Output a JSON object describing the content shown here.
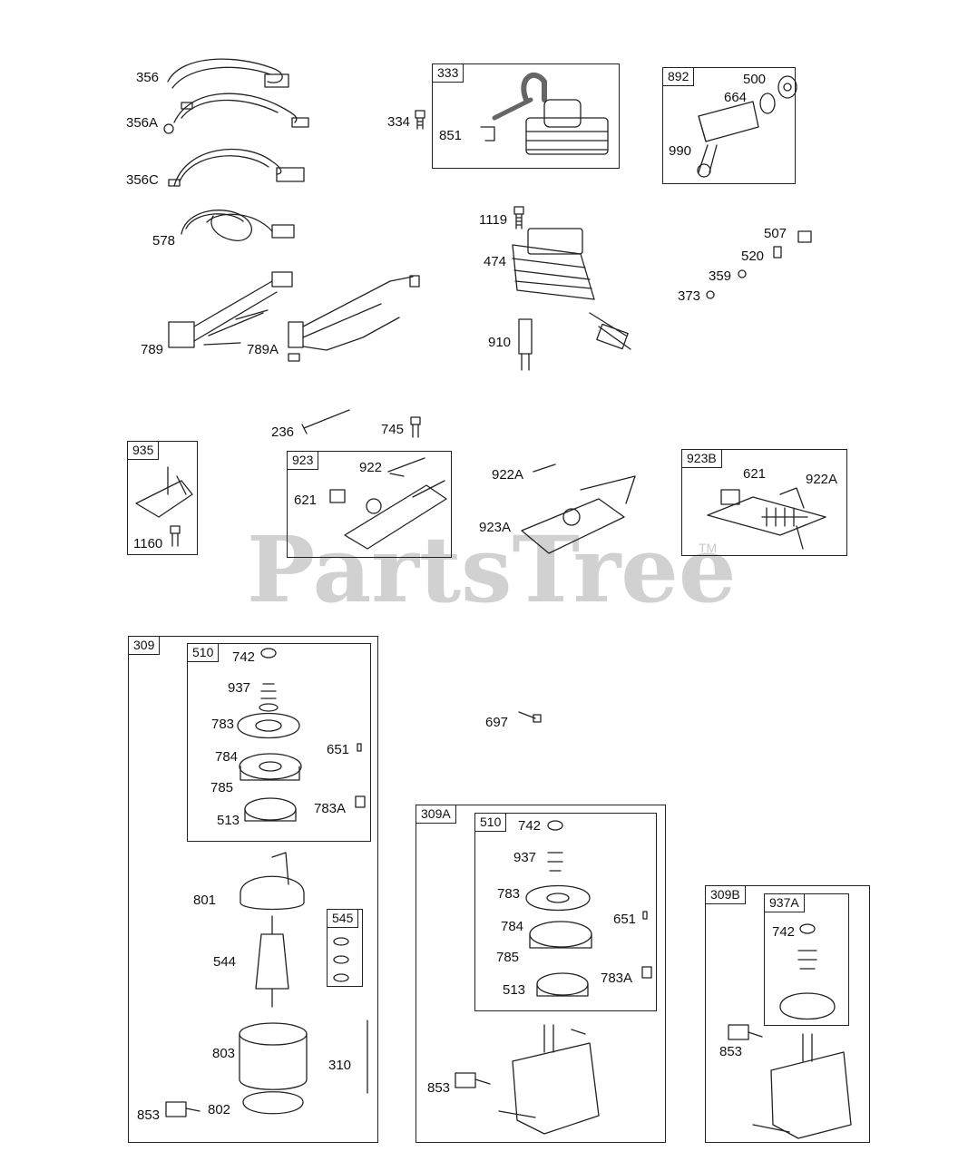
{
  "watermark": {
    "text": "PartsTree",
    "tm": "TM"
  },
  "groups": {
    "g333": "333",
    "g892": "892",
    "g935": "935",
    "g923": "923",
    "g923b": "923B",
    "g309": "309",
    "g510a": "510",
    "g545": "545",
    "g309a": "309A",
    "g510b": "510",
    "g309b": "309B",
    "g937a": "937A"
  },
  "labels": {
    "l356": "356",
    "l356a": "356A",
    "l356c": "356C",
    "l578": "578",
    "l789": "789",
    "l789a": "789A",
    "l334": "334",
    "l851": "851",
    "l500": "500",
    "l664": "664",
    "l990": "990",
    "l1119": "1119",
    "l474": "474",
    "l910": "910",
    "l507": "507",
    "l520": "520",
    "l359": "359",
    "l373": "373",
    "l236": "236",
    "l745": "745",
    "l1160": "1160",
    "l922": "922",
    "l621": "621",
    "l922a1": "922A",
    "l923a": "923A",
    "l621b": "621",
    "l922a2": "922A",
    "l742a": "742",
    "l937a": "937",
    "l783a": "783",
    "l784a": "784",
    "l785a": "785",
    "l651a": "651",
    "l783aa": "783A",
    "l513a": "513",
    "l801": "801",
    "l544": "544",
    "l803": "803",
    "l310": "310",
    "l853a": "853",
    "l802": "802",
    "l697": "697",
    "l742b": "742",
    "l937b": "937",
    "l783b": "783",
    "l784b": "784",
    "l785b": "785",
    "l651b": "651",
    "l783ab": "783A",
    "l513b": "513",
    "l853b": "853",
    "l742c": "742",
    "l853c": "853"
  }
}
